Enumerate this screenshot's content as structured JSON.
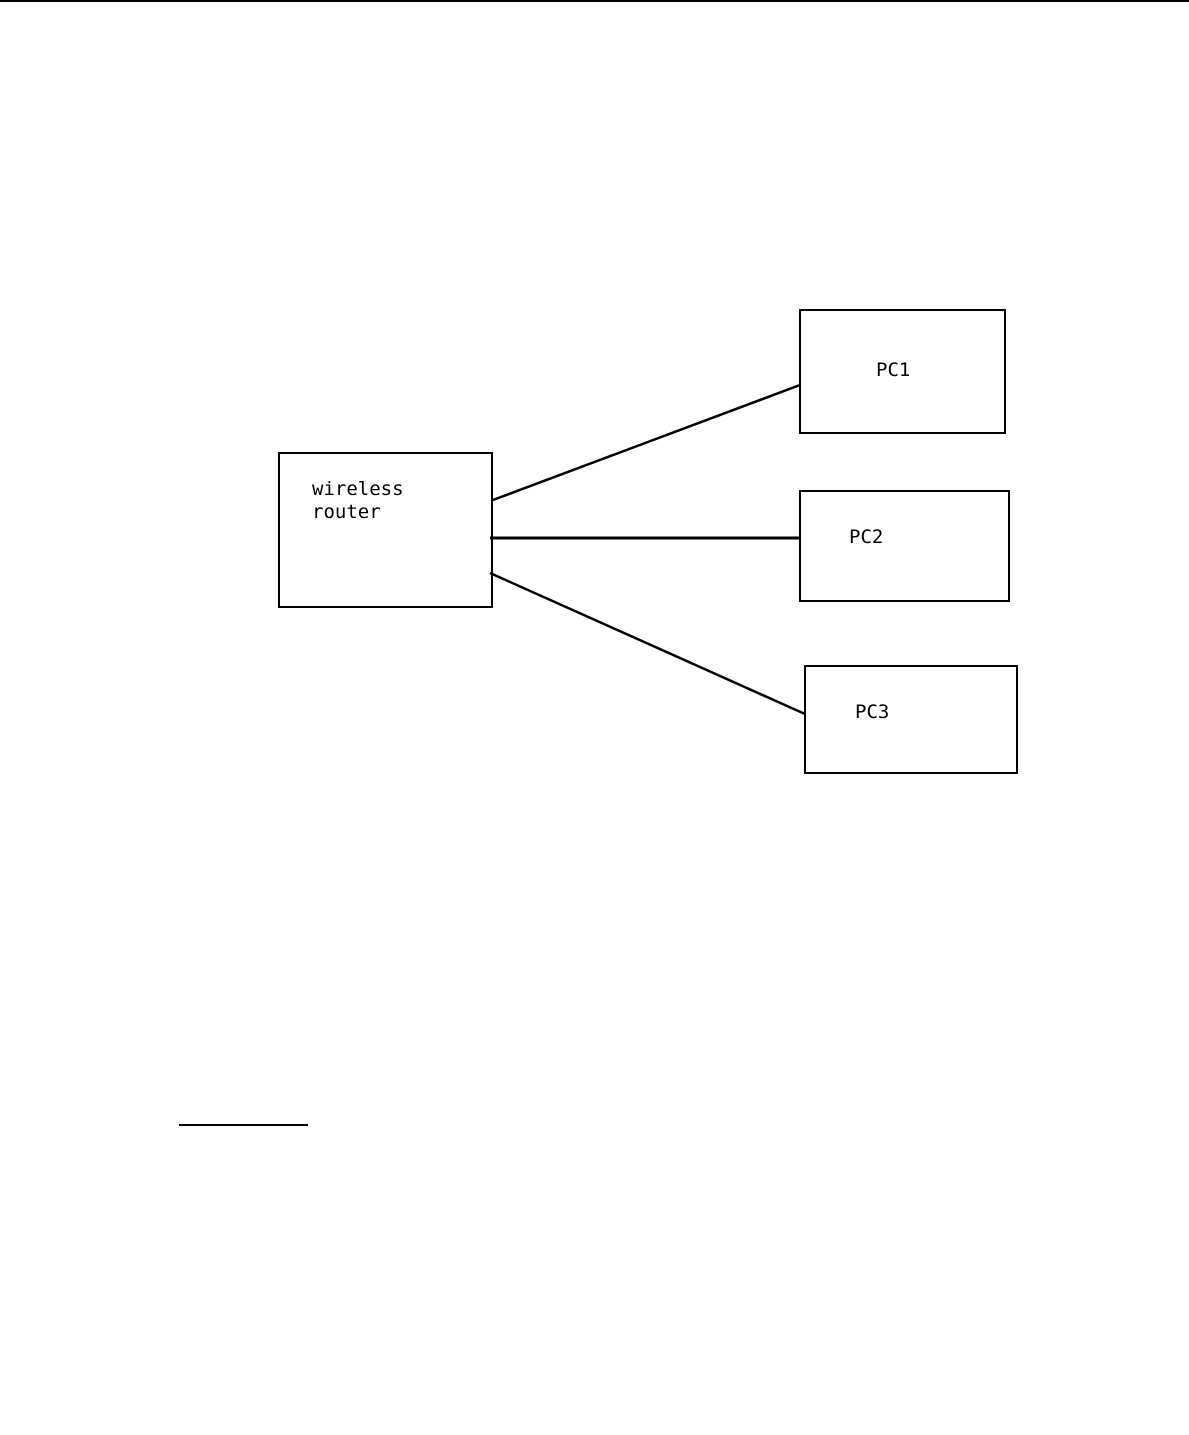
{
  "diagram": {
    "nodes": {
      "router": {
        "label_line1": "wireless",
        "label_line2": "router"
      },
      "pc1": {
        "label": "PC1"
      },
      "pc2": {
        "label": "PC2"
      },
      "pc3": {
        "label": "PC3"
      }
    },
    "edges": [
      {
        "from": "router",
        "to": "pc1"
      },
      {
        "from": "router",
        "to": "pc2"
      },
      {
        "from": "router",
        "to": "pc3"
      }
    ]
  }
}
